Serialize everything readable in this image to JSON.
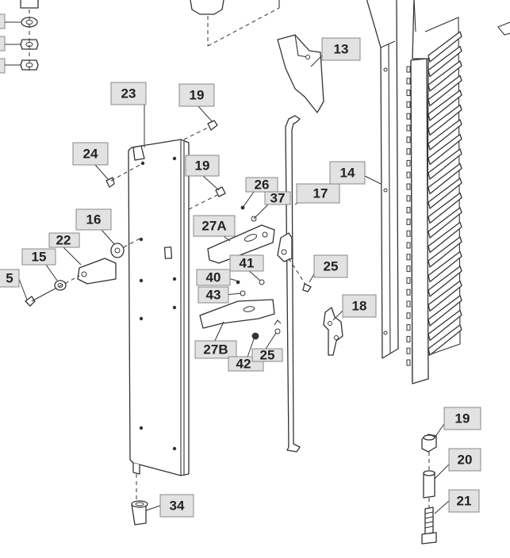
{
  "callouts": [
    {
      "id": "c13",
      "label": "13"
    },
    {
      "id": "c23",
      "label": "23"
    },
    {
      "id": "c19a",
      "label": "19"
    },
    {
      "id": "c24",
      "label": "24"
    },
    {
      "id": "c19b",
      "label": "19"
    },
    {
      "id": "c26",
      "label": "26"
    },
    {
      "id": "c37",
      "label": "37"
    },
    {
      "id": "c17",
      "label": "17"
    },
    {
      "id": "c14",
      "label": "14"
    },
    {
      "id": "c16",
      "label": "16"
    },
    {
      "id": "c27a",
      "label": "27A"
    },
    {
      "id": "c22",
      "label": "22"
    },
    {
      "id": "c15",
      "label": "15"
    },
    {
      "id": "c5",
      "label": "5"
    },
    {
      "id": "c41",
      "label": "41"
    },
    {
      "id": "c25a",
      "label": "25"
    },
    {
      "id": "c40",
      "label": "40"
    },
    {
      "id": "c43",
      "label": "43"
    },
    {
      "id": "c18",
      "label": "18"
    },
    {
      "id": "c27b",
      "label": "27B"
    },
    {
      "id": "c42",
      "label": "42"
    },
    {
      "id": "c25b",
      "label": "25"
    },
    {
      "id": "c19c",
      "label": "19"
    },
    {
      "id": "c20",
      "label": "20"
    },
    {
      "id": "c21",
      "label": "21"
    },
    {
      "id": "c34",
      "label": "34"
    }
  ]
}
